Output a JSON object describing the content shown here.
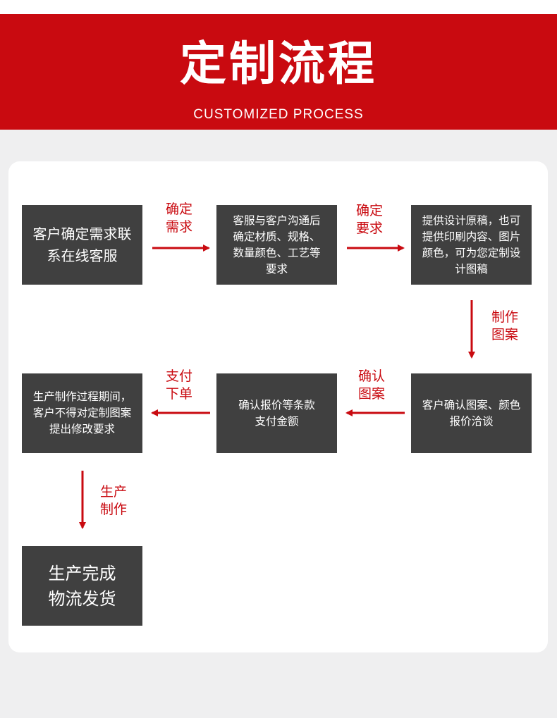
{
  "header": {
    "title": "定制流程",
    "subtitle": "CUSTOMIZED PROCESS"
  },
  "colors": {
    "brand_red": "#c90a10",
    "box_dark": "#404040",
    "page_bg": "#efeff0",
    "card_bg": "#ffffff"
  },
  "steps": [
    {
      "text": "客户确定需求联\n系在线客服"
    },
    {
      "text": "客服与客户沟通后\n确定材质、规格、\n数量颜色、工艺等\n要求"
    },
    {
      "text": "提供设计原稿，也可\n提供印刷内容、图片\n颜色，可为您定制设\n计图稿"
    },
    {
      "text": "客户确认图案、颜色\n报价洽谈"
    },
    {
      "text": "确认报价等条款\n支付金额"
    },
    {
      "text": "生产制作过程期间，\n客户不得对定制图案\n提出修改要求"
    },
    {
      "text": "生产完成\n物流发货"
    }
  ],
  "arrows": [
    {
      "label": "确定\n需求",
      "direction": "right"
    },
    {
      "label": "确定\n要求",
      "direction": "right"
    },
    {
      "label": "制作\n图案",
      "direction": "down"
    },
    {
      "label": "确认\n图案",
      "direction": "left"
    },
    {
      "label": "支付\n下单",
      "direction": "left"
    },
    {
      "label": "生产\n制作",
      "direction": "down"
    }
  ]
}
